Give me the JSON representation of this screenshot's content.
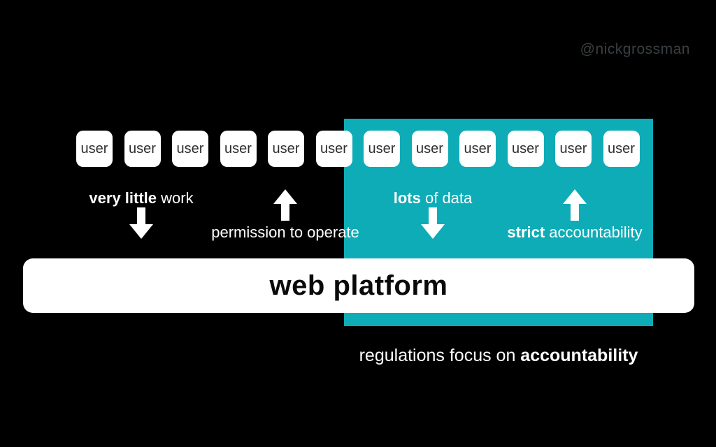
{
  "slide": {
    "handle": "@nickgrossman"
  },
  "colors": {
    "background": "#000000",
    "teal_panel": "#0dacb7",
    "box_fill": "#ffffff",
    "box_text": "#2e2e2e",
    "annotation_text": "#ffffff",
    "handle_text": "#3a3f43",
    "platform_text": "#0a0a0a"
  },
  "users": {
    "items": [
      "user",
      "user",
      "user",
      "user",
      "user",
      "user",
      "user",
      "user",
      "user",
      "user",
      "user",
      "user"
    ]
  },
  "annotations": {
    "very_little": {
      "bold": "very little",
      "regular": " work"
    },
    "permission": "permission to operate",
    "lots_of_data": {
      "bold": "lots",
      "regular": " of data"
    },
    "strict": {
      "bold": "strict",
      "regular": " accountability"
    }
  },
  "platform": {
    "label": "web platform"
  },
  "caption": {
    "regular": "regulations focus on ",
    "bold": "accountability"
  }
}
